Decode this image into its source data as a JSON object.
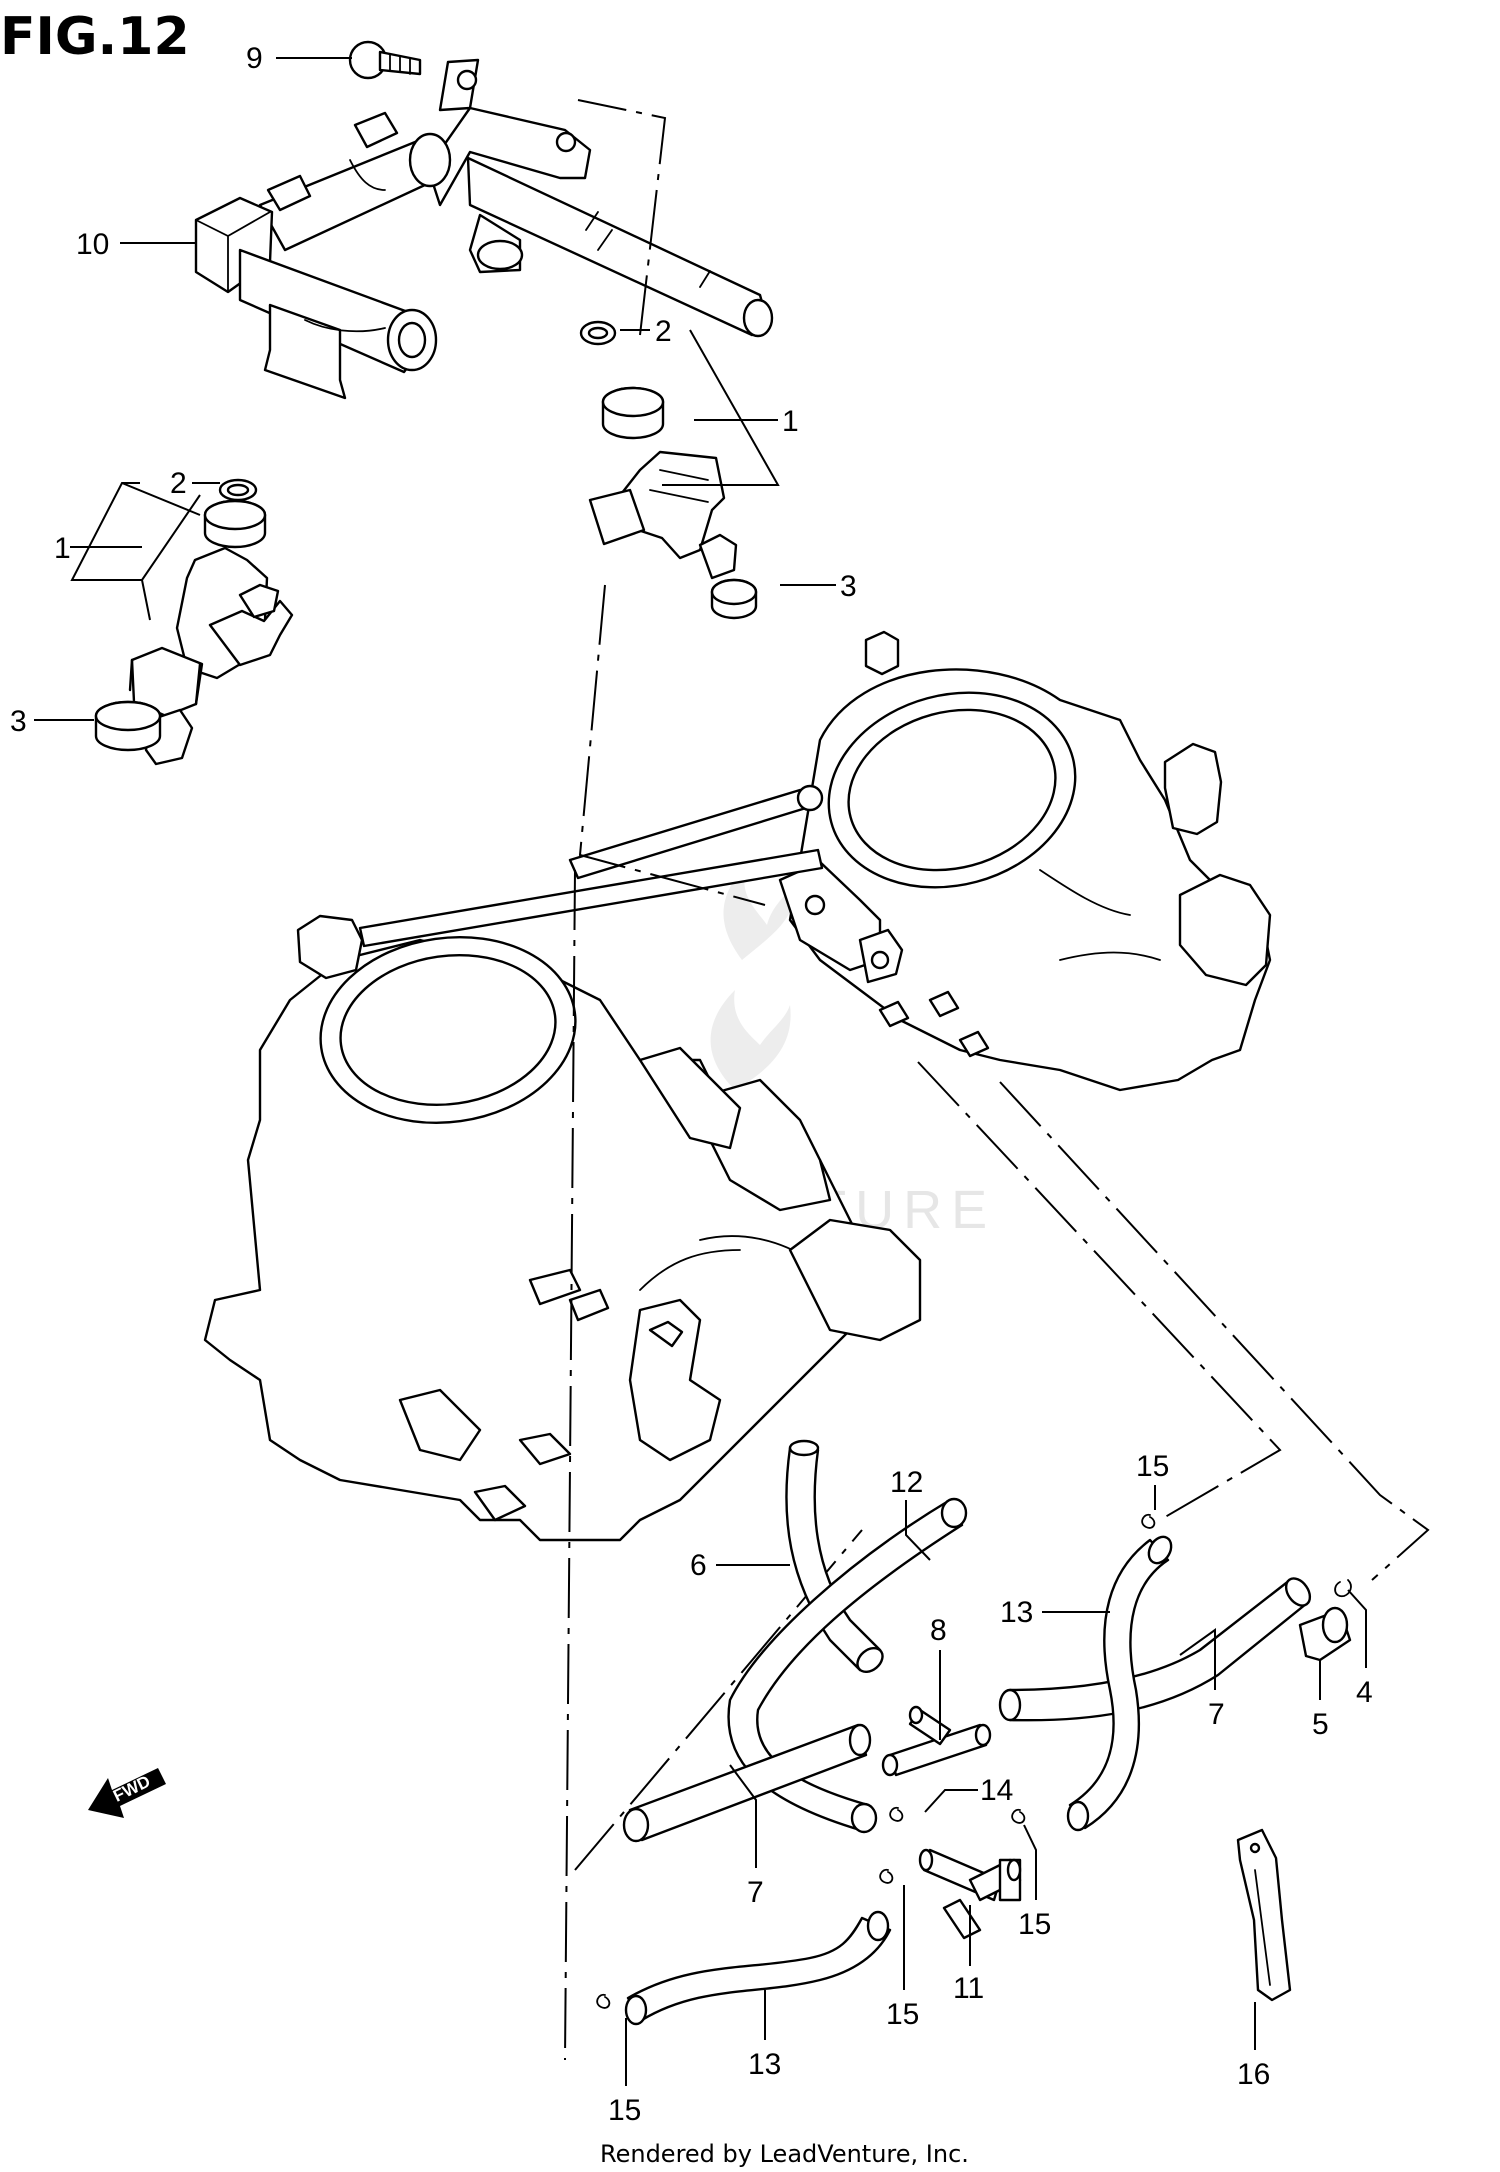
{
  "figure": {
    "title": "FIG.12"
  },
  "footer": {
    "text": "Rendered by LeadVenture, Inc."
  },
  "watermark": {
    "text": "LEADVENTURE"
  },
  "fwd_label": "FWD",
  "callouts": [
    {
      "id": "c9",
      "label": "9"
    },
    {
      "id": "c10",
      "label": "10"
    },
    {
      "id": "c2a",
      "label": "2"
    },
    {
      "id": "c1a",
      "label": "1"
    },
    {
      "id": "c3a",
      "label": "3"
    },
    {
      "id": "c2b",
      "label": "2"
    },
    {
      "id": "c1b",
      "label": "1"
    },
    {
      "id": "c3b",
      "label": "3"
    },
    {
      "id": "c12",
      "label": "12"
    },
    {
      "id": "c15a",
      "label": "15"
    },
    {
      "id": "c6",
      "label": "6"
    },
    {
      "id": "c8",
      "label": "8"
    },
    {
      "id": "c13a",
      "label": "13"
    },
    {
      "id": "c7a",
      "label": "7"
    },
    {
      "id": "c5",
      "label": "5"
    },
    {
      "id": "c4",
      "label": "4"
    },
    {
      "id": "c14",
      "label": "14"
    },
    {
      "id": "c7b",
      "label": "7"
    },
    {
      "id": "c15b",
      "label": "15"
    },
    {
      "id": "c11",
      "label": "11"
    },
    {
      "id": "c15c",
      "label": "15"
    },
    {
      "id": "c13b",
      "label": "13"
    },
    {
      "id": "c16",
      "label": "16"
    },
    {
      "id": "c15d",
      "label": "15"
    }
  ],
  "colors": {
    "ink": "#000000",
    "paper": "#ffffff",
    "watermark": "#e6e6e6"
  }
}
